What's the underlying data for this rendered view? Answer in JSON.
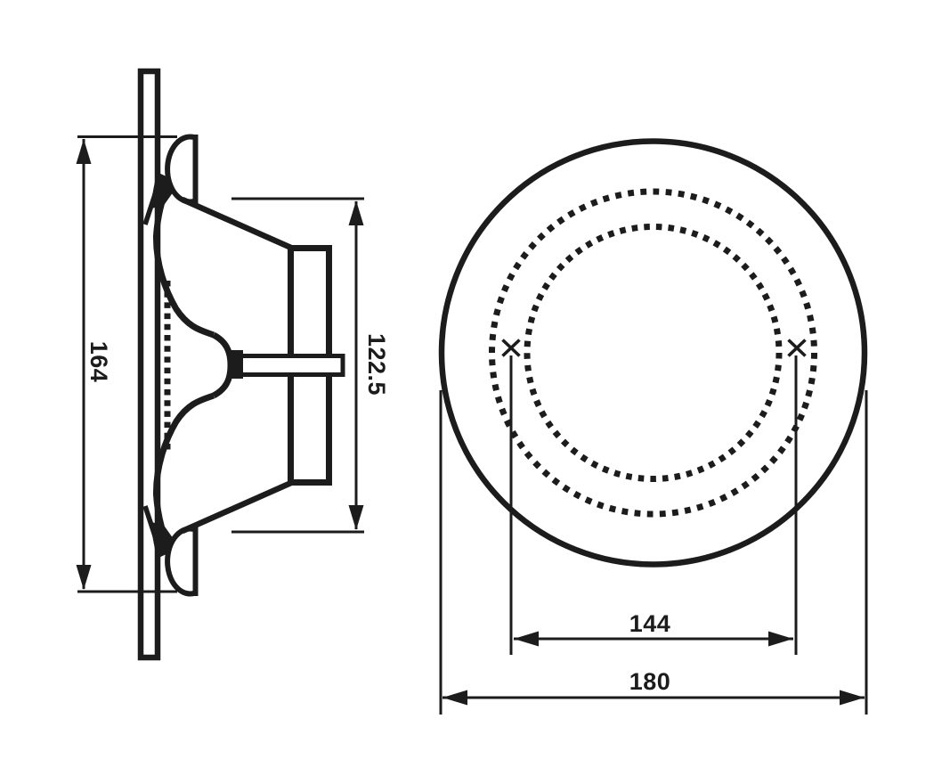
{
  "page": {
    "background": "#ffffff",
    "line_color": "#1c1c1c"
  },
  "side_view": {
    "overall_height": "164",
    "basket_depth": "122.5"
  },
  "front_view": {
    "hole_spacing": "144",
    "outer_diameter": "180"
  }
}
